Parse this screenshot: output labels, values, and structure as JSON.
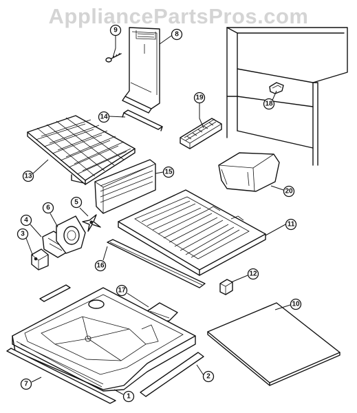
{
  "watermark": "AppliancePartsPros.com",
  "callouts": [
    {
      "id": "1",
      "label": "1"
    },
    {
      "id": "2",
      "label": "2"
    },
    {
      "id": "3",
      "label": "3"
    },
    {
      "id": "4",
      "label": "4"
    },
    {
      "id": "5",
      "label": "5"
    },
    {
      "id": "6",
      "label": "6"
    },
    {
      "id": "7",
      "label": "7"
    },
    {
      "id": "8",
      "label": "8"
    },
    {
      "id": "9",
      "label": "9"
    },
    {
      "id": "10",
      "label": "10"
    },
    {
      "id": "11",
      "label": "11"
    },
    {
      "id": "12",
      "label": "12"
    },
    {
      "id": "13",
      "label": "13"
    },
    {
      "id": "14",
      "label": "14"
    },
    {
      "id": "15",
      "label": "15"
    },
    {
      "id": "16",
      "label": "16"
    },
    {
      "id": "17",
      "label": "17"
    },
    {
      "id": "18",
      "label": "18"
    },
    {
      "id": "19",
      "label": "19"
    },
    {
      "id": "20",
      "label": "20"
    }
  ]
}
